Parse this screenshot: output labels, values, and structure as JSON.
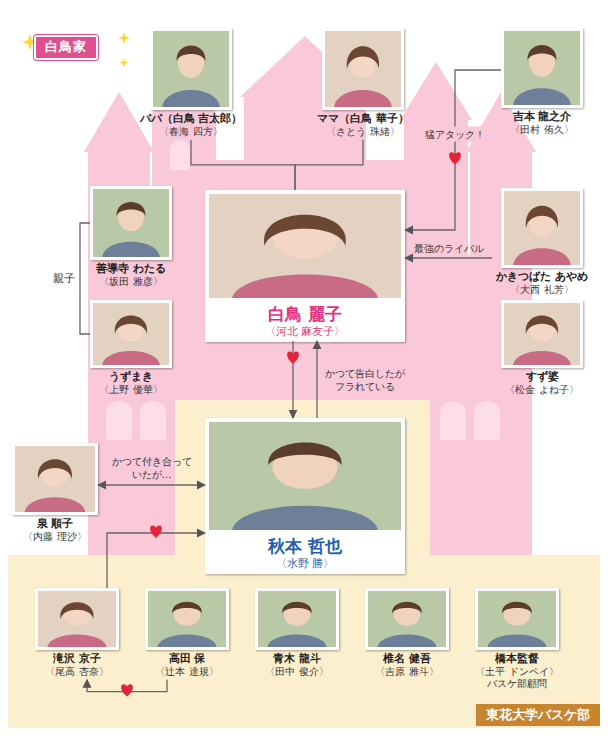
{
  "diagram": {
    "nodes": [
      {
        "text": [
          "パパ（白鳥 吉太郎）",
          "〈春海 四方〉"
        ]
      },
      {
        "text": [
          "ママ（白鳥 華子）",
          "〈さとう 珠緒〉"
        ]
      },
      {
        "text": [
          "吉本 龍之介",
          "〈田村 侑久〉"
        ]
      },
      {
        "text": [
          "善導寺 わたる",
          "〈坂田 雅彦〉"
        ]
      },
      {
        "text": [
          "白鳥 麗子",
          "〈河北 麻友子〉"
        ]
      },
      {
        "text": [
          "かきつばた あやめ",
          "〈大西 礼芳〉"
        ]
      },
      {
        "text": [
          "うずまき",
          "〈上野 優華〉"
        ]
      },
      {
        "text": [
          "すず婆",
          "〈松金 よね子〉"
        ]
      },
      {
        "text": [
          "泉 順子",
          "〈内藤 理沙〉"
        ]
      },
      {
        "text": [
          "東花大学バスケ部"
        ]
      },
      {
        "text": [
          "秋本 哲也",
          "〈水野 勝〉"
        ],
        "in": 9
      },
      {
        "text": [
          "滝沢 京子",
          "〈尾高 杏奈〉"
        ],
        "in": 9
      },
      {
        "text": [
          "高田 保",
          "〈辻本 達規〉"
        ],
        "in": 9
      },
      {
        "text": [
          "青木 龍斗",
          "〈田中 俊介〉"
        ],
        "in": 9
      },
      {
        "text": [
          "椎名 健吾",
          "〈吉原 雅斗〉"
        ],
        "in": 9
      },
      {
        "text": [
          "橋本監督",
          "〈土平 ドンペイ〉",
          "バスケ部顧問"
        ],
        "in": 9
      }
    ],
    "edges": [
      {
        "from": 0,
        "to": 4,
        "arrow": "none"
      },
      {
        "from": 1,
        "to": 4,
        "arrow": "none"
      },
      {
        "from": 3,
        "to": 6,
        "label": "親子",
        "arrow": "none"
      },
      {
        "from": 2,
        "to": 4,
        "label": "猛アタック！",
        "arrow": "to"
      },
      {
        "from": 5,
        "to": 4,
        "label": "最強のライバル",
        "arrow": "to"
      },
      {
        "from": 4,
        "to": 10,
        "arrow": "to"
      },
      {
        "from": 10,
        "to": 4,
        "label": "かつて告白したがフラれている",
        "arrow": "to"
      },
      {
        "from": 8,
        "to": 10,
        "label": "かつて付き合っていたが…",
        "arrow": "both"
      },
      {
        "from": 11,
        "to": 10,
        "arrow": "to"
      },
      {
        "from": 12,
        "to": 11,
        "arrow": "to"
      }
    ],
    "labels": [
      "白鳥家"
    ]
  }
}
